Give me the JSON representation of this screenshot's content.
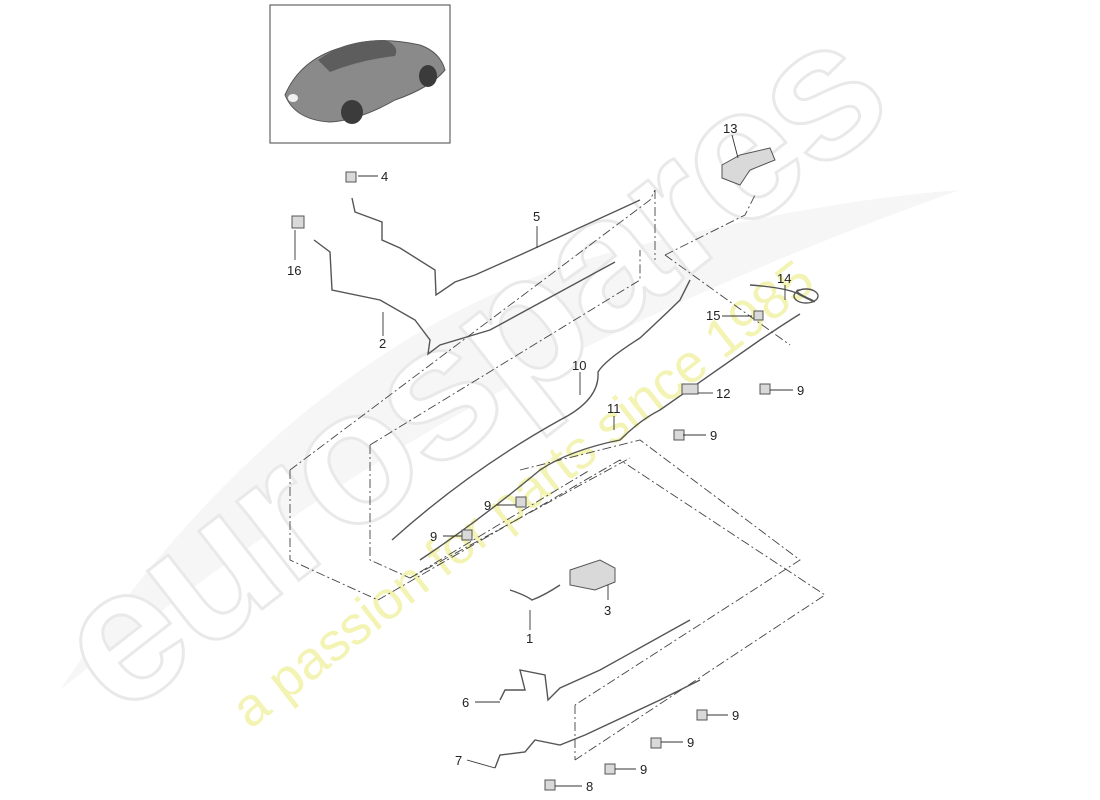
{
  "watermark": {
    "brand": "eurospares",
    "tagline": "a passion for parts since 1985"
  },
  "callouts": {
    "c1": "1",
    "c2": "2",
    "c3": "3",
    "c4": "4",
    "c5": "5",
    "c6": "6",
    "c7": "7",
    "c8": "8",
    "c9a": "9",
    "c9b": "9",
    "c9c": "9",
    "c9d": "9",
    "c9e": "9",
    "c9f": "9",
    "c9g": "9",
    "c10": "10",
    "c11": "11",
    "c12": "12",
    "c13": "13",
    "c14": "14",
    "c15": "15",
    "c16": "16"
  },
  "colors": {
    "line": "#555555",
    "watermark_outline": "#e9e9e9",
    "tagline": "#f3f3b4"
  }
}
